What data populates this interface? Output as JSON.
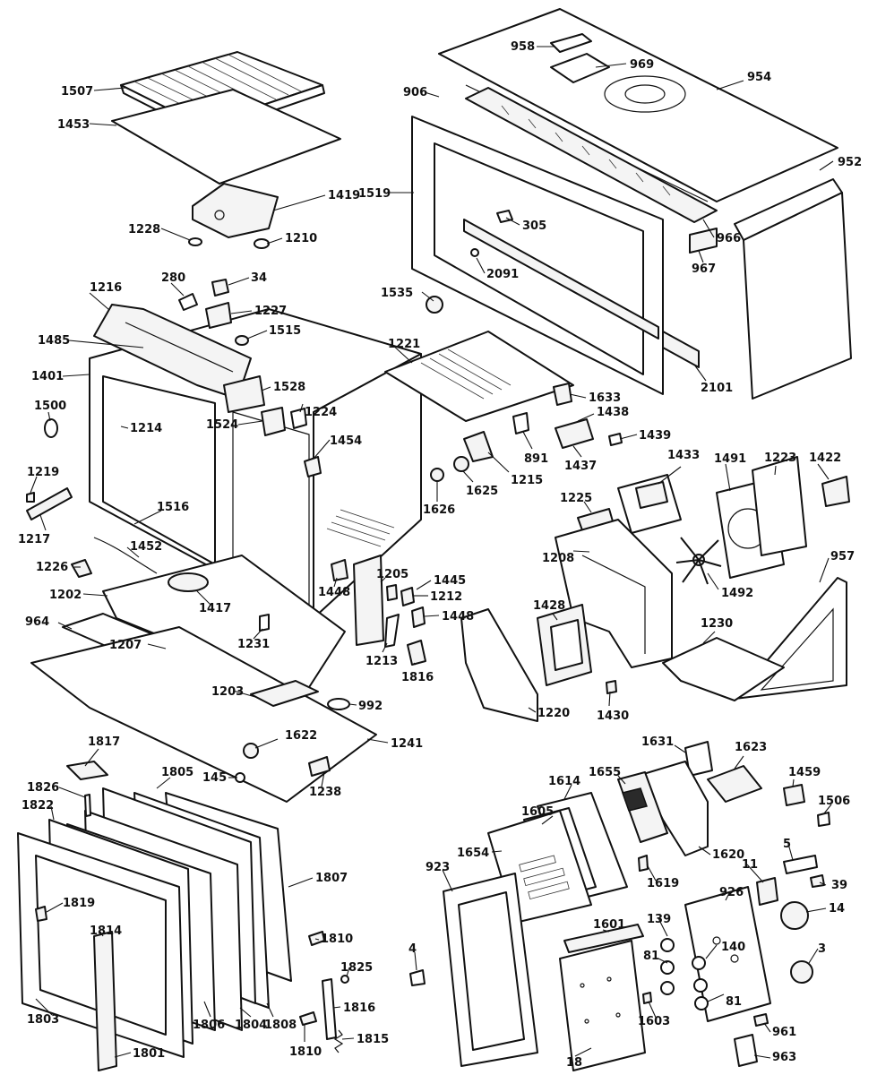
{
  "title": "",
  "labels": {
    "l1507": "1507",
    "l1453": "1453",
    "l1419": "1419",
    "l1228": "1228",
    "l1210": "1210",
    "l958": "958",
    "l969": "969",
    "l954": "954",
    "l906": "906",
    "l952": "952",
    "l1519": "1519",
    "l305": "305",
    "l966": "966",
    "l967": "967",
    "l2091": "2091",
    "l1216": "1216",
    "l280": "280",
    "l34": "34",
    "l1227": "1227",
    "l1535": "1535",
    "l1485": "1485",
    "l1515": "1515",
    "l1401": "1401",
    "l1221": "1221",
    "l2101": "2101",
    "l1500": "1500",
    "l1214": "1214",
    "l1528": "1528",
    "l1224": "1224",
    "l1524": "1524",
    "l1454": "1454",
    "l1633": "1633",
    "l1438": "1438",
    "l891": "891",
    "l1439": "1439",
    "l1219": "1219",
    "l1215": "1215",
    "l1437": "1437",
    "l1433": "1433",
    "l1491": "1491",
    "l1223": "1223",
    "l1422": "1422",
    "l1625": "1625",
    "l1626": "1626",
    "l1516": "1516",
    "l1225": "1225",
    "l1217": "1217",
    "l1452": "1452",
    "l1208": "1208",
    "l957": "957",
    "l1226": "1226",
    "l1205": "1205",
    "l1445": "1445",
    "l1212": "1212",
    "l1492": "1492",
    "l1202": "1202",
    "l1448a": "1448",
    "l1448b": "1448",
    "l1417": "1417",
    "l1428": "1428",
    "l1230": "1230",
    "l964": "964",
    "l1231": "1231",
    "l1213": "1213",
    "l1207": "1207",
    "l1816a": "1816",
    "l1220": "1220",
    "l1430": "1430",
    "l1203": "1203",
    "l992": "992",
    "l1241": "1241",
    "l1817": "1817",
    "l1622": "1622",
    "l1631": "1631",
    "l1623": "1623",
    "l1805": "1805",
    "l1238": "1238",
    "l145": "145",
    "l1459": "1459",
    "l1826": "1826",
    "l1655": "1655",
    "l1614": "1614",
    "l1506": "1506",
    "l1822": "1822",
    "l1605": "1605",
    "l1620": "1620",
    "l1654": "1654",
    "l5": "5",
    "l1807": "1807",
    "l923": "923",
    "l1619": "1619",
    "l11": "11",
    "l39": "39",
    "l926": "926",
    "l14": "14",
    "l1819": "1819",
    "l139": "139",
    "l1601": "1601",
    "l1814": "1814",
    "l1810a": "1810",
    "l140": "140",
    "l4": "4",
    "l81a": "81",
    "l3": "3",
    "l1825": "1825",
    "l1603": "1603",
    "l81b": "81",
    "l1803": "1803",
    "l1806": "1806",
    "l1804": "1804",
    "l1808": "1808",
    "l1816b": "1816",
    "l961": "961",
    "l1810b": "1810",
    "l1815": "1815",
    "l1801": "1801",
    "l18": "18",
    "l963": "963"
  }
}
